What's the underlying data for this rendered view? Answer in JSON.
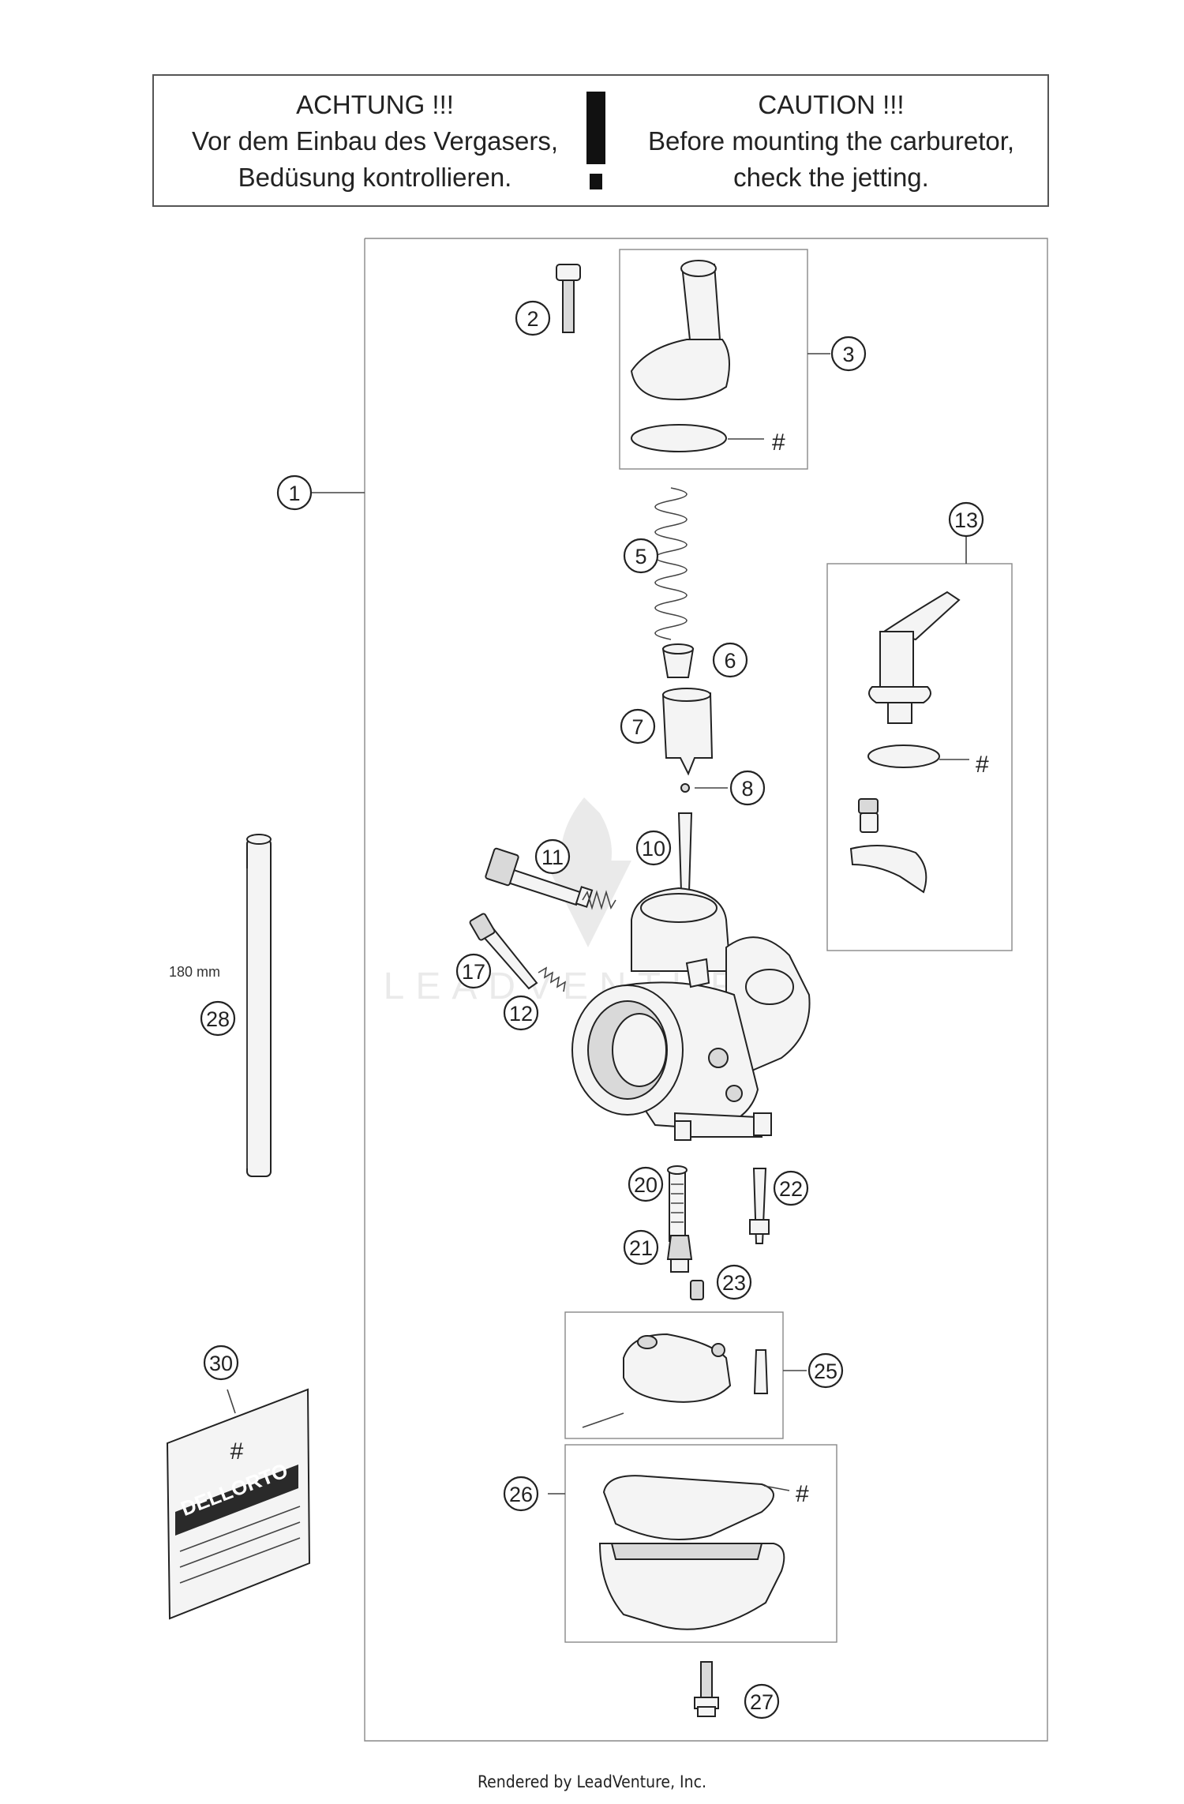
{
  "warning": {
    "de_title": "ACHTUNG !!!",
    "de_line1": "Vor dem Einbau des Vergasers,",
    "de_line2": "Bedüsung kontrollieren.",
    "en_title": "CAUTION !!!",
    "en_line1": "Before mounting the carburetor,",
    "en_line2": "check the jetting."
  },
  "callouts": [
    "1",
    "2",
    "3",
    "5",
    "6",
    "7",
    "8",
    "10",
    "11",
    "12",
    "13",
    "17",
    "20",
    "21",
    "22",
    "23",
    "25",
    "26",
    "27",
    "28",
    "30"
  ],
  "hash_mark": "#",
  "measurement": "180 mm",
  "bag_brand": "DELLORTO",
  "watermark_text": "LEADVENTURE",
  "footer": "Rendered by LeadVenture, Inc."
}
